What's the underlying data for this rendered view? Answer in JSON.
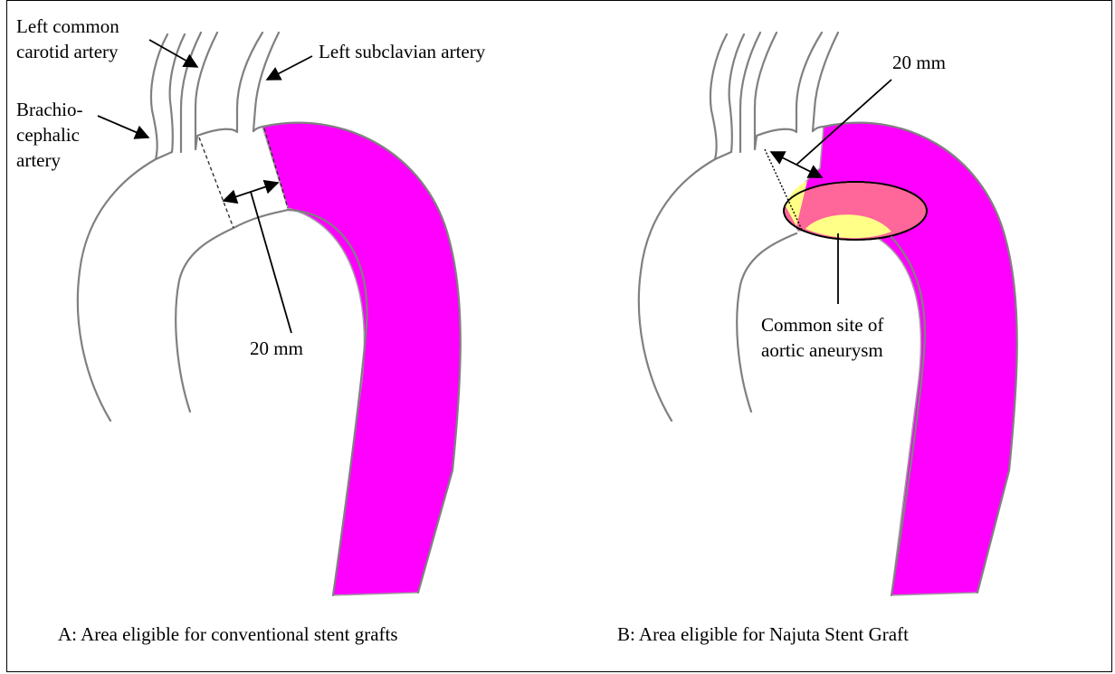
{
  "panel_a": {
    "labels": {
      "left_common_carotid_line1": "Left common",
      "left_common_carotid_line2": "carotid artery",
      "left_subclavian": "Left subclavian artery",
      "brachio_line1": "Brachio-",
      "brachio_line2": "cephalic",
      "brachio_line3": "artery",
      "measurement": "20 mm"
    },
    "caption": "A: Area eligible for conventional stent grafts"
  },
  "panel_b": {
    "labels": {
      "measurement": "20 mm",
      "aneurysm_line1": "Common site of",
      "aneurysm_line2": "aortic aneurysm"
    },
    "caption": "B: Area eligible for Najuta Stent Graft"
  },
  "colors": {
    "graft": "#ff00ff",
    "aneurysm_outer": "#ff6699",
    "aneurysm_inner": "#ffff88",
    "vessel_outline": "#808080"
  }
}
